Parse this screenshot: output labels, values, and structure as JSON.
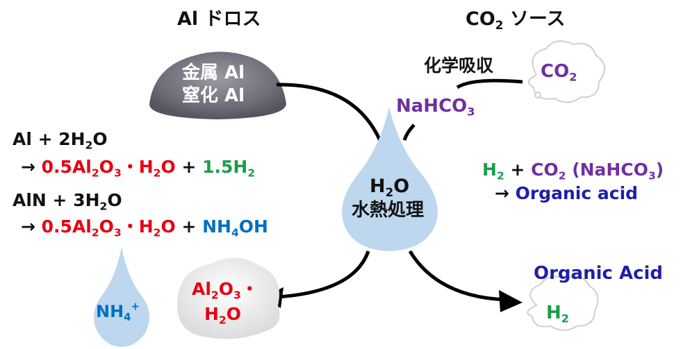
{
  "labels": {
    "al_dross": "Al ドロス",
    "co2_source": "CO",
    "co2_source_sub": "2",
    "co2_source_tail": " ソース",
    "chemical_absorption": "化学吸収",
    "metal_al": "金属 Al",
    "nitride_al": "窒化 Al",
    "cloud_co2": "CO",
    "cloud_co2_sub": "2",
    "nahco3_a": "NaHCO",
    "nahco3_sub": "3",
    "h2o_a": "H",
    "h2o_sub": "2",
    "h2o_b": "O",
    "hydrothermal": "水熱処理",
    "organic_acid_title": "Organic Acid",
    "cloud_h2": "H",
    "cloud_h2_sub": "2",
    "nh4": "NH",
    "nh4_sub": "4",
    "nh4_sup": "+",
    "al2o3_a": "Al",
    "al2o3_sub1": "2",
    "al2o3_b": "O",
    "al2o3_sub2": "3",
    "al2o3_dot": "・",
    "al2o3_h": "H",
    "al2o3_sub3": "2",
    "al2o3_o": "O"
  },
  "equations": {
    "eq1": {
      "lhs_a": "Al + 2H",
      "lhs_sub": "2",
      "lhs_b": "O"
    },
    "eq2": {
      "arrow": "→ ",
      "p1_a": "0.5Al",
      "p1_s1": "2",
      "p1_b": "O",
      "p1_s2": "3",
      "p1_c": "・H",
      "p1_s3": "2",
      "p1_d": "O",
      "plus": " + ",
      "p2_a": "1.5H",
      "p2_s": "2"
    },
    "eq3": {
      "lhs_a": "AlN + 3H",
      "lhs_sub": "2",
      "lhs_b": "O"
    },
    "eq4": {
      "arrow": "→ ",
      "p1_a": "0.5Al",
      "p1_s1": "2",
      "p1_b": "O",
      "p1_s2": "3",
      "p1_c": "・H",
      "p1_s3": "2",
      "p1_d": "O",
      "plus": " + ",
      "p2_a": "NH",
      "p2_s": "4",
      "p2_b": "OH"
    },
    "eq5": {
      "h": "H",
      "h_s": "2",
      "plus": " + ",
      "co": "CO",
      "co_s": "2",
      "paren_a": " (NaHCO",
      "paren_s": "3",
      "paren_b": ")"
    },
    "eq6": {
      "arrow": "→ ",
      "product": "Organic acid"
    }
  },
  "colors": {
    "red": "#e60012",
    "green": "#1a9e4a",
    "blue": "#0070c0",
    "navy": "#1f1fa8",
    "purple": "#7030a0",
    "drop": "#bdd7ee"
  }
}
